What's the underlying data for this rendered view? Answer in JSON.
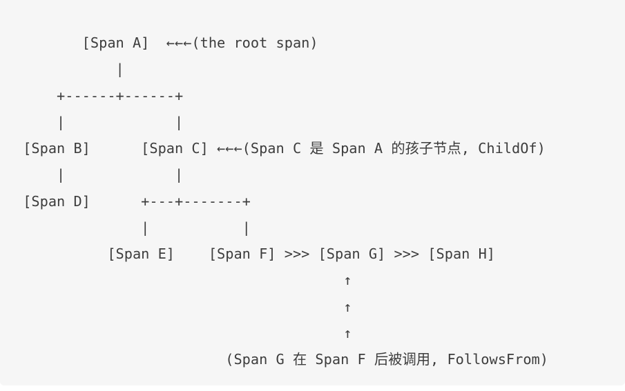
{
  "colors": {
    "page-bg": "#ffffff",
    "code-bg": "#f6f6f6",
    "code-text": "#3d3d3d"
  },
  "diagram": {
    "type": "ascii-span-tree",
    "spans": [
      "Span A",
      "Span B",
      "Span C",
      "Span D",
      "Span E",
      "Span F",
      "Span G",
      "Span H"
    ],
    "annotations": {
      "root": "(the root span)",
      "child_of": "(Span C 是 Span A 的孩子节点, ChildOf)",
      "follows_from": "(Span G 在 Span F 后被调用, FollowsFrom)"
    },
    "lines": [
      "        [Span A]  ←←←(the root span)",
      "            |",
      "     +------+------+",
      "     |             |",
      " [Span B]      [Span C] ←←←(Span C 是 Span A 的孩子节点, ChildOf)",
      "     |             |",
      " [Span D]      +---+-------+",
      "               |           |",
      "           [Span E]    [Span F] >>> [Span G] >>> [Span H]",
      "                                       ↑",
      "                                       ↑",
      "                                       ↑",
      "                         (Span G 在 Span F 后被调用, FollowsFrom)"
    ]
  }
}
